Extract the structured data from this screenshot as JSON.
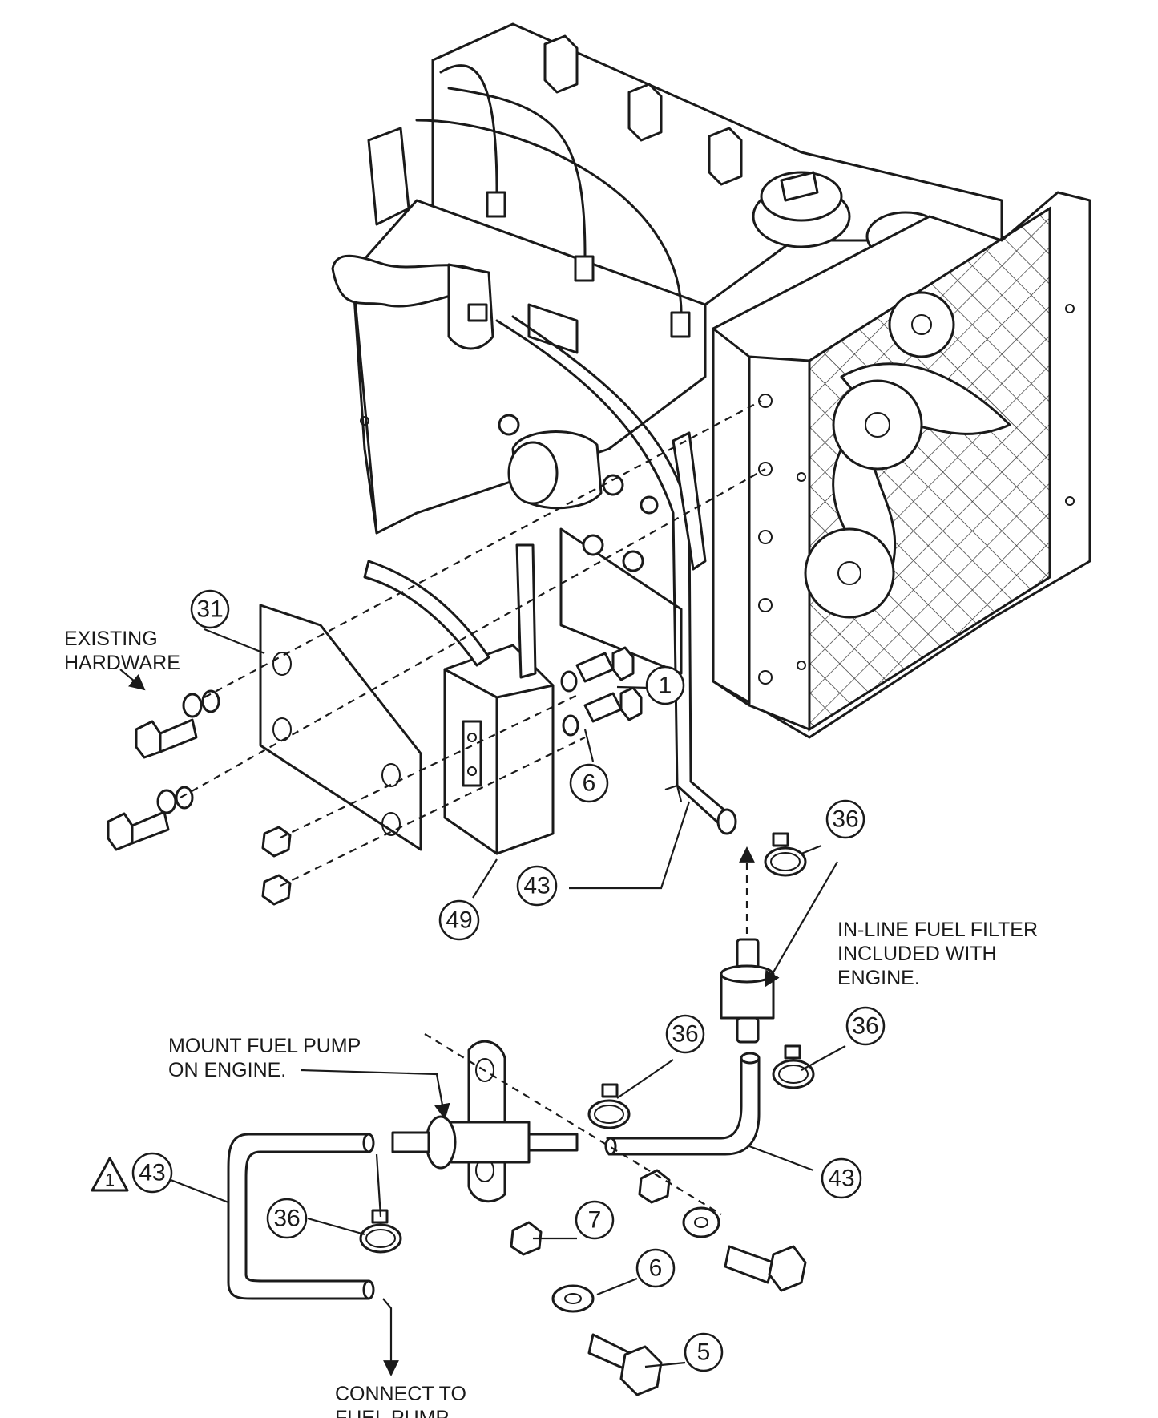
{
  "notes": {
    "existing_hardware": [
      "EXISTING",
      "HARDWARE"
    ],
    "inline_filter": [
      "IN-LINE FUEL FILTER",
      "INCLUDED WITH",
      "ENGINE."
    ],
    "mount_pump": [
      "MOUNT FUEL PUMP",
      "ON ENGINE."
    ],
    "connect_pump": [
      "CONNECT TO",
      "FUEL PUMP"
    ]
  },
  "callouts": [
    {
      "id": "c31",
      "label": "31"
    },
    {
      "id": "c1",
      "label": "1"
    },
    {
      "id": "c6a",
      "label": "6"
    },
    {
      "id": "c49",
      "label": "49"
    },
    {
      "id": "c43a",
      "label": "43"
    },
    {
      "id": "c36a",
      "label": "36"
    },
    {
      "id": "c36b",
      "label": "36"
    },
    {
      "id": "c36c",
      "label": "36"
    },
    {
      "id": "c43b",
      "label": "43"
    },
    {
      "id": "c43c",
      "label": "43"
    },
    {
      "id": "c36d",
      "label": "36"
    },
    {
      "id": "c7",
      "label": "7"
    },
    {
      "id": "c6b",
      "label": "6"
    },
    {
      "id": "c5",
      "label": "5"
    }
  ],
  "revision_flag": "1"
}
